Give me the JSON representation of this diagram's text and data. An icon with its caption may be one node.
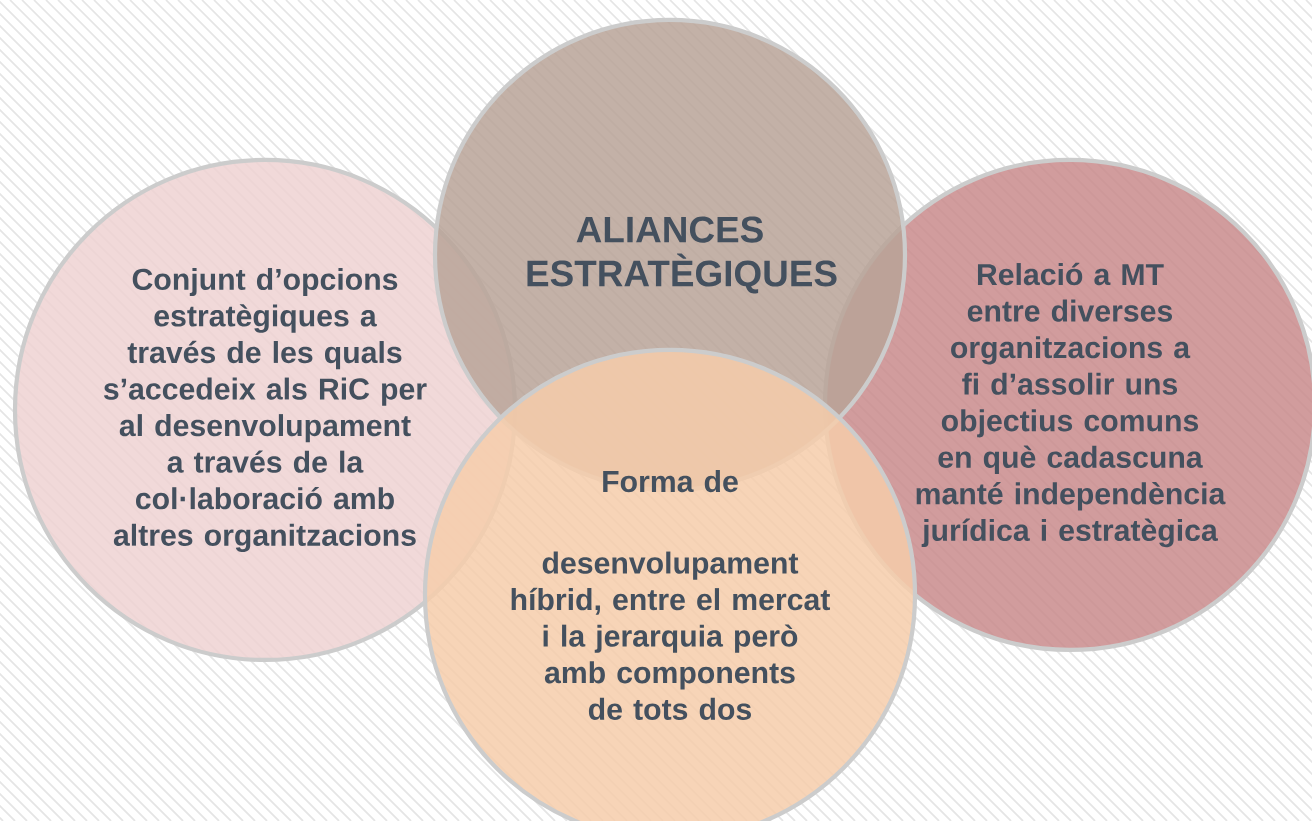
{
  "diagram": {
    "nodes": [
      {
        "text": [
          "ALIANCES ESTRATÈGIQUES"
        ]
      },
      {
        "text": [
          "Conjunt d’opcions estratègiques a través de les quals s’accedeix als RiC per al desenvolupament a través de la col·laboració amb altres organitzacions"
        ]
      },
      {
        "text": [
          "Relació a MT entre diverses organitzacions a fi d’assolir uns objectius comuns en què cadascuna manté independència jurídica i estratègica"
        ]
      },
      {
        "text": [
          "Forma de desenvolupament híbrid, entre el mercat i la jerarquia però amb components de tots dos"
        ]
      }
    ]
  }
}
